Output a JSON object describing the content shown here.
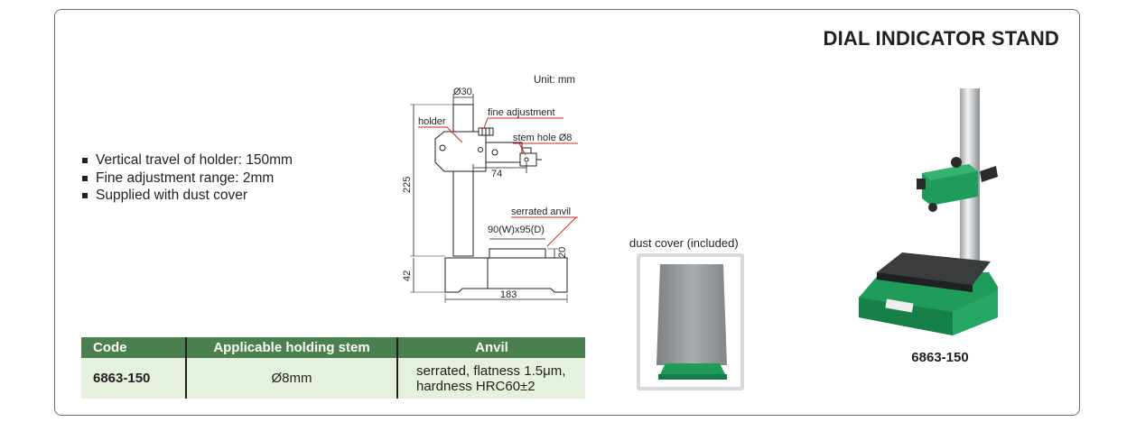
{
  "title": "DIAL INDICATOR STAND",
  "features": [
    "Vertical travel of holder: 150mm",
    "Fine adjustment range: 2mm",
    "Supplied with dust cover"
  ],
  "drawing": {
    "unit": "Unit: mm",
    "labels": {
      "diameter": "Ø30",
      "holder": "holder",
      "fine_adjustment": "fine adjustment",
      "stem_hole": "stem hole Ø8",
      "dim_74": "74",
      "dim_225": "225",
      "serrated_anvil": "serrated anvil",
      "anvil_size": "90(W)x95(D)",
      "dim_20": "20",
      "dim_42": "42",
      "dim_183": "183"
    }
  },
  "table": {
    "headers": [
      "Code",
      "Applicable holding stem",
      "Anvil"
    ],
    "rows": [
      {
        "code": "6863-150",
        "stem": "Ø8mm",
        "anvil_line1": "serrated, flatness 1.5μm,",
        "anvil_line2": "hardness HRC60±2"
      }
    ]
  },
  "dust_cover": {
    "label": "dust cover (included)"
  },
  "product": {
    "code": "6863-150"
  },
  "colors": {
    "table_header": "#4a7f4e",
    "table_row": "#e6f0de",
    "leader_red": "#d2232a",
    "product_green": "#1f9b5a"
  }
}
